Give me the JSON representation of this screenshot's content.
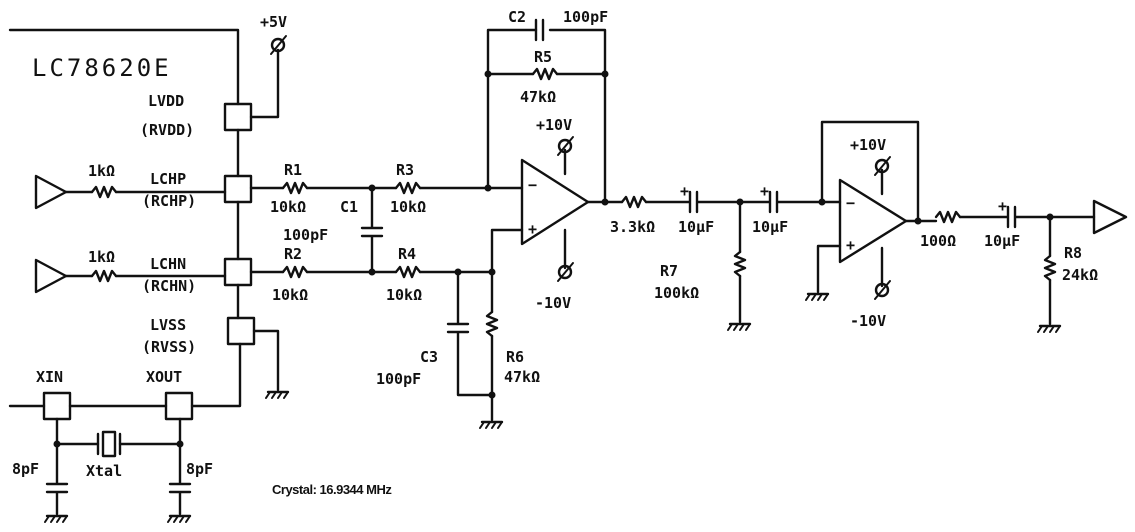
{
  "chip": {
    "name": "LC78620E"
  },
  "pins": {
    "lvdd": "LVDD",
    "rvdd": "(RVDD)",
    "lchp": "LCHP",
    "rchp": "(RCHP)",
    "lchn": "LCHN",
    "rchn": "(RCHN)",
    "lvss": "LVSS",
    "rvss": "(RVSS)",
    "xin": "XIN",
    "xout": "XOUT"
  },
  "supplies": {
    "p5": "+5V",
    "p10a": "+10V",
    "m10a": "-10V",
    "p10b": "+10V",
    "m10b": "-10V"
  },
  "components": {
    "r_in_p": "1kΩ",
    "r_in_n": "1kΩ",
    "r1": "R1",
    "r1_val": "10kΩ",
    "r2": "R2",
    "r2_val": "10kΩ",
    "r3": "R3",
    "r3_val": "10kΩ",
    "r4": "R4",
    "r4_val": "10kΩ",
    "c1": "C1",
    "c1_val": "100pF",
    "c2": "C2",
    "c2_val": "100pF",
    "r5": "R5",
    "r5_val": "47kΩ",
    "c3": "C3",
    "c3_val": "100pF",
    "r6": "R6",
    "r6_val": "47kΩ",
    "r_33k": "3.3kΩ",
    "c_10u_a": "10μF",
    "c_10u_b": "10μF",
    "r7": "R7",
    "r7_val": "100kΩ",
    "r_100": "100Ω",
    "c_10u_c": "10μF",
    "r8": "R8",
    "r8_val": "24kΩ",
    "xtal": "Xtal",
    "c_8p_a": "8pF",
    "c_8p_b": "8pF"
  },
  "note": "Crystal: 16.9344 MHz"
}
